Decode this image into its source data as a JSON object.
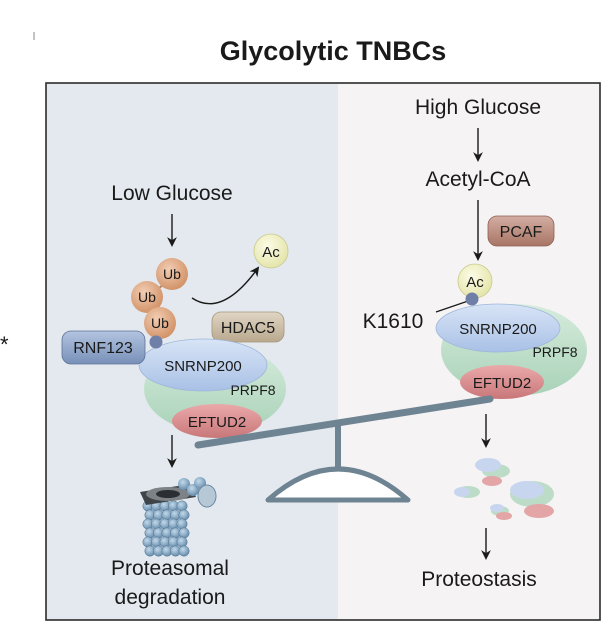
{
  "title": "Glycolytic TNBCs",
  "side_mark": "*",
  "left_panel": {
    "condition": "Low Glucose",
    "ub_labels": [
      "Ub",
      "Ub",
      "Ub"
    ],
    "acetyl_label": "Ac",
    "rnf123": "RNF123",
    "hdac5": "HDAC5",
    "snrnp200": "SNRNP200",
    "prpf8": "PRPF8",
    "eftud2": "EFTUD2",
    "outcome_line1": "Proteasomal",
    "outcome_line2": "degradation"
  },
  "right_panel": {
    "condition": "High Glucose",
    "metabolite": "Acetyl-CoA",
    "pcaf": "PCAF",
    "acetyl_label": "Ac",
    "site": "K1610",
    "snrnp200": "SNRNP200",
    "prpf8": "PRPF8",
    "eftud2": "EFTUD2",
    "outcome": "Proteostasis"
  },
  "colors": {
    "left_bg": "#e3e9ee",
    "right_bg": "#f6f3f4",
    "frame": "#2b2b2b",
    "ub": "#dca27d",
    "ac": "#f3f3c8",
    "rnf123": "#8aa2c8",
    "hdac5": "#c9bba3",
    "pcaf": "#b98a7b",
    "snrnp200": "#bcd0ec",
    "prpf8": "#bcdcc8",
    "eftud2": "#d98e8f",
    "balance": "#6e8493"
  }
}
